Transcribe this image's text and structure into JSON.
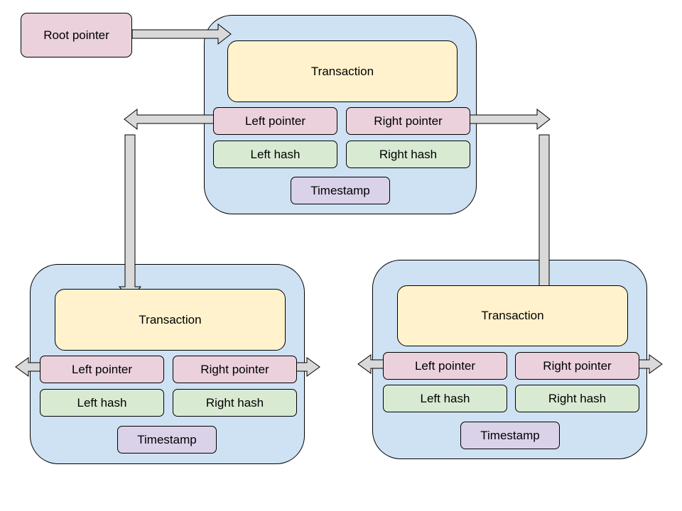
{
  "colors": {
    "node_fill": "#cfe2f3",
    "pointer_fill": "#ead1dc",
    "hash_fill": "#d9ead3",
    "transaction_fill": "#fff2cc",
    "timestamp_fill": "#d9d2e9",
    "arrow_fill": "#d9d9d9"
  },
  "root_pointer": {
    "label": "Root pointer"
  },
  "nodes": [
    {
      "id": "top",
      "transaction": "Transaction",
      "left_pointer": "Left pointer",
      "right_pointer": "Right pointer",
      "left_hash": "Left hash",
      "right_hash": "Right hash",
      "timestamp": "Timestamp"
    },
    {
      "id": "bottom-left",
      "transaction": "Transaction",
      "left_pointer": "Left pointer",
      "right_pointer": "Right pointer",
      "left_hash": "Left hash",
      "right_hash": "Right hash",
      "timestamp": "Timestamp"
    },
    {
      "id": "bottom-right",
      "transaction": "Transaction",
      "left_pointer": "Left pointer",
      "right_pointer": "Right pointer",
      "left_hash": "Left hash",
      "right_hash": "Right hash",
      "timestamp": "Timestamp"
    }
  ]
}
